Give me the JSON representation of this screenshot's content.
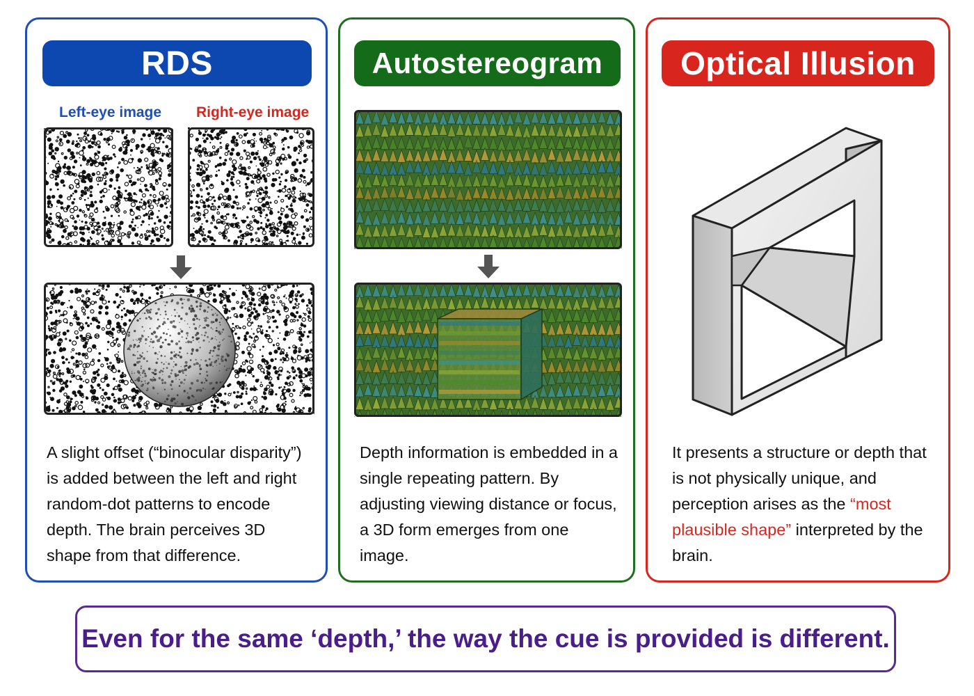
{
  "panels": {
    "rds": {
      "title": "RDS",
      "left_label": "Left-eye image",
      "right_label": "Right-eye image",
      "description": "A slight offset (“binocular disparity”) is added between the left and right random-dot patterns to encode depth. The brain perceives 3D shape from that difference.",
      "accent": "#1f4fb5"
    },
    "autostereogram": {
      "title": "Autostereogram",
      "description": "Depth information is embedded in a single repeating pattern. By adjusting viewing distance or focus, a 3D form emerges from one image.",
      "accent": "#1f6e1f"
    },
    "optical_illusion": {
      "title": "Optical Illusion",
      "desc_part1": "It presents a structure or depth that is not physically unique, and perception arises as the ",
      "desc_highlight": "“most plausible shape”",
      "desc_part2": " interpreted by the brain.",
      "accent": "#d8261e"
    }
  },
  "footer": {
    "text": "Even for the same ‘depth,’ the way the cue is provided is different."
  },
  "icons": {
    "arrow": "down-arrow-icon"
  }
}
